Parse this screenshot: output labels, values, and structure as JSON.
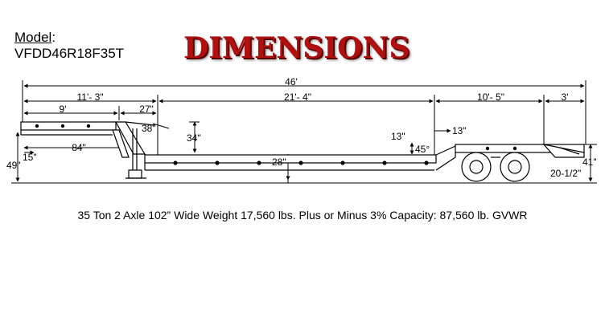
{
  "model": {
    "label": "Model",
    "code": "VFDD46R18F35T"
  },
  "title": "DIMENSIONS",
  "dimensions": {
    "overall_length": "46'",
    "gooseneck_length": "11'- 3\"",
    "gooseneck_top": "9'",
    "gooseneck_drop": "27\"",
    "deck_length": "21'- 4\"",
    "rear_section": "10'- 5\"",
    "tail_section": "3'",
    "gooseneck_height": "38\"",
    "deck_drop": "34\"",
    "overall_height": "49\"",
    "kingpin_setback": "84\"",
    "front_overhang": "15\"",
    "deck_height": "28\"",
    "angle_rise_left": "13\"",
    "angle_rise_right": "13\"",
    "ramp_angle": "45°",
    "rear_height": "41\"",
    "rear_deck_height": "20-1/2\""
  },
  "caption": "35 Ton 2 Axle 102” Wide Weight 17,560 lbs. Plus or Minus 3% Capacity: 87,560 lb. GVWR"
}
